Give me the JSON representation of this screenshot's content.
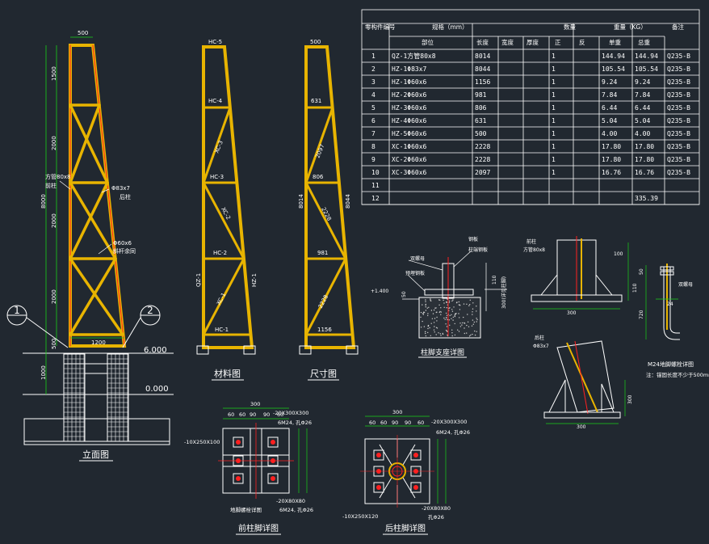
{
  "colors": {
    "background": "#212830",
    "member": "#e8b400",
    "member_edge": "#ff2020",
    "dimension": "#18d018",
    "line": "#ffffff",
    "text": "#ffffff",
    "table_line": "#ffffff",
    "hatch": "#cfcfcf"
  },
  "elevation": {
    "top_width": "500",
    "segments": [
      "1500",
      "2000",
      "2000",
      "2000",
      "500"
    ],
    "total": "8000",
    "base_width": "1200",
    "level_top": "6.000",
    "level_bottom": "0.000",
    "pier_height": "1000",
    "callout_1": "1",
    "callout_2": "2",
    "label_front": "方管80x8",
    "label_front2": "前柱",
    "label_rear": "Φ83x7",
    "label_rear2": "后柱",
    "label_brace": "Φ60x6",
    "label_brace2": "斜杆余同",
    "title": "立面图"
  },
  "material_view": {
    "title": "材料图",
    "labels": [
      "HC-5",
      "HC-4",
      "XC-3",
      "HC-3",
      "XC-2",
      "HC-2",
      "XC-1",
      "HC-1",
      "QZ-1",
      "HZ-1"
    ]
  },
  "size_view": {
    "title": "尺寸图",
    "top": "500",
    "labels": [
      "631",
      "2097",
      "806",
      "2228",
      "981",
      "2228",
      "1156"
    ],
    "left": "8014",
    "right": "8044"
  },
  "table": {
    "h_no": "零构件编号",
    "h_spec": "规格（mm）",
    "h_qty": "数量",
    "h_weight": "重量（KG）",
    "h_note": "备注",
    "h_part": "部位",
    "h_length": "长度",
    "h_width": "宽度",
    "h_thick": "厚度",
    "h_pos": "正",
    "h_neg": "反",
    "h_unit": "单重",
    "h_total": "总重",
    "rows": [
      {
        "no": "1",
        "part": "QZ-1方管80x8",
        "len": "8014",
        "w": "",
        "t": "",
        "pos": "1",
        "neg": "",
        "unit": "144.94",
        "total": "144.94",
        "note": "Q235-B"
      },
      {
        "no": "2",
        "part": "HZ-1Φ83x7",
        "len": "8044",
        "w": "",
        "t": "",
        "pos": "1",
        "neg": "",
        "unit": "105.54",
        "total": "105.54",
        "note": "Q235-B"
      },
      {
        "no": "3",
        "part": "HZ-1Φ60x6",
        "len": "1156",
        "w": "",
        "t": "",
        "pos": "1",
        "neg": "",
        "unit": "9.24",
        "total": "9.24",
        "note": "Q235-B"
      },
      {
        "no": "4",
        "part": "HZ-2Φ60x6",
        "len": "981",
        "w": "",
        "t": "",
        "pos": "1",
        "neg": "",
        "unit": "7.84",
        "total": "7.84",
        "note": "Q235-B"
      },
      {
        "no": "5",
        "part": "HZ-3Φ60x6",
        "len": "806",
        "w": "",
        "t": "",
        "pos": "1",
        "neg": "",
        "unit": "6.44",
        "total": "6.44",
        "note": "Q235-B"
      },
      {
        "no": "6",
        "part": "HZ-4Φ60x6",
        "len": "631",
        "w": "",
        "t": "",
        "pos": "1",
        "neg": "",
        "unit": "5.04",
        "total": "5.04",
        "note": "Q235-B"
      },
      {
        "no": "7",
        "part": "HZ-5Φ60x6",
        "len": "500",
        "w": "",
        "t": "",
        "pos": "1",
        "neg": "",
        "unit": "4.00",
        "total": "4.00",
        "note": "Q235-B"
      },
      {
        "no": "8",
        "part": "XC-1Φ60x6",
        "len": "2228",
        "w": "",
        "t": "",
        "pos": "1",
        "neg": "",
        "unit": "17.80",
        "total": "17.80",
        "note": "Q235-B"
      },
      {
        "no": "9",
        "part": "XC-2Φ60x6",
        "len": "2228",
        "w": "",
        "t": "",
        "pos": "1",
        "neg": "",
        "unit": "17.80",
        "total": "17.80",
        "note": "Q235-B"
      },
      {
        "no": "10",
        "part": "XC-3Φ60x6",
        "len": "2097",
        "w": "",
        "t": "",
        "pos": "1",
        "neg": "",
        "unit": "16.76",
        "total": "16.76",
        "note": "Q235-B"
      },
      {
        "no": "11",
        "part": "",
        "len": "",
        "w": "",
        "t": "",
        "pos": "",
        "neg": "",
        "unit": "",
        "total": "",
        "note": ""
      },
      {
        "no": "12",
        "part": "",
        "len": "",
        "w": "",
        "t": "",
        "pos": "",
        "neg": "",
        "unit": "",
        "total": "335.39",
        "note": ""
      }
    ]
  },
  "column_base_detail": {
    "title": "柱脚支座详图",
    "labels": [
      "双螺母",
      "钢板",
      "预埋钢板",
      "柱端钢板",
      "+1.400",
      "110",
      "300(详见柱脚)",
      "50"
    ]
  },
  "front_column_detail": {
    "title": "前柱脚详图",
    "dims": [
      "300",
      "60",
      "60",
      "90",
      "90",
      "60"
    ],
    "labels": [
      "-20X300X300",
      "6M24, 孔Φ26",
      "-10X250X100",
      "-20X80X80",
      "地脚螺栓详图",
      "6M24, 孔Φ26"
    ]
  },
  "rear_column_detail": {
    "title": "后柱脚详图",
    "dims": [
      "300",
      "60",
      "60",
      "90",
      "90",
      "60"
    ],
    "labels": [
      "-20X300X300",
      "6M24, 孔Φ26",
      "-20X80X80",
      "-10X250X120",
      "孔Φ26"
    ]
  },
  "anchor_detail": {
    "title": "M24地脚螺栓详图",
    "note": "注：锚固长度不少于500mm.",
    "labels": [
      "50",
      "110",
      "720",
      "24",
      "双螺母"
    ]
  },
  "side_details": {
    "labels": [
      "前柱",
      "方管80x8",
      "300",
      "100",
      "300",
      "Φ83x7",
      "后柱",
      "300"
    ]
  }
}
